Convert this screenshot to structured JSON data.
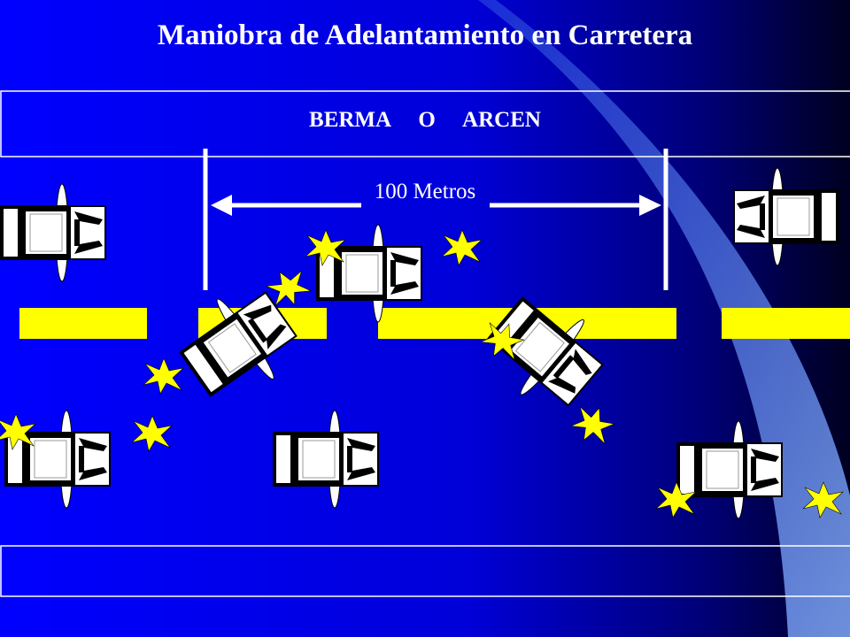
{
  "title": "Maniobra de Adelantamiento en Carretera",
  "shoulder": {
    "words": [
      "BERMA",
      "O",
      "ARCEN"
    ]
  },
  "distance_label": "100 Metros",
  "colors": {
    "road": "#0000ff",
    "lane_marking": "#ffff00",
    "lines": "#ffffff",
    "car_body": "#ffffff",
    "car_outline": "#000000",
    "flash": "#ffff00",
    "swoosh": "#4f7ce8"
  },
  "icons": [
    "car-icon",
    "turn-signal-icon",
    "arrow-left-icon",
    "arrow-right-icon"
  ]
}
